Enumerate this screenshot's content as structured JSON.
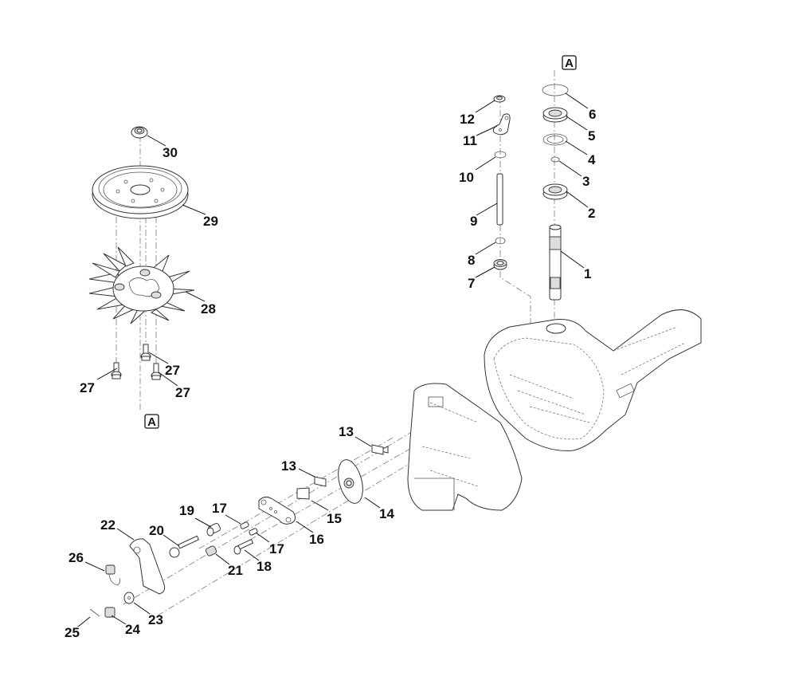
{
  "diagram": {
    "title": "Transmission exploded parts view",
    "reference_marker": "A",
    "callouts": [
      {
        "id": "c1",
        "label": "1"
      },
      {
        "id": "c2",
        "label": "2"
      },
      {
        "id": "c3",
        "label": "3"
      },
      {
        "id": "c4",
        "label": "4"
      },
      {
        "id": "c5",
        "label": "5"
      },
      {
        "id": "c6",
        "label": "6"
      },
      {
        "id": "c7",
        "label": "7"
      },
      {
        "id": "c8",
        "label": "8"
      },
      {
        "id": "c9",
        "label": "9"
      },
      {
        "id": "c10",
        "label": "10"
      },
      {
        "id": "c11",
        "label": "11"
      },
      {
        "id": "c12",
        "label": "12"
      },
      {
        "id": "c13a",
        "label": "13"
      },
      {
        "id": "c13b",
        "label": "13"
      },
      {
        "id": "c14",
        "label": "14"
      },
      {
        "id": "c15",
        "label": "15"
      },
      {
        "id": "c16",
        "label": "16"
      },
      {
        "id": "c17a",
        "label": "17"
      },
      {
        "id": "c17b",
        "label": "17"
      },
      {
        "id": "c18",
        "label": "18"
      },
      {
        "id": "c19",
        "label": "19"
      },
      {
        "id": "c20",
        "label": "20"
      },
      {
        "id": "c21",
        "label": "21"
      },
      {
        "id": "c22",
        "label": "22"
      },
      {
        "id": "c23",
        "label": "23"
      },
      {
        "id": "c24",
        "label": "24"
      },
      {
        "id": "c25",
        "label": "25"
      },
      {
        "id": "c26",
        "label": "26"
      },
      {
        "id": "c27a",
        "label": "27"
      },
      {
        "id": "c27b",
        "label": "27"
      },
      {
        "id": "c27c",
        "label": "27"
      },
      {
        "id": "c28",
        "label": "28"
      },
      {
        "id": "c29",
        "label": "29"
      },
      {
        "id": "c30",
        "label": "30"
      }
    ]
  }
}
